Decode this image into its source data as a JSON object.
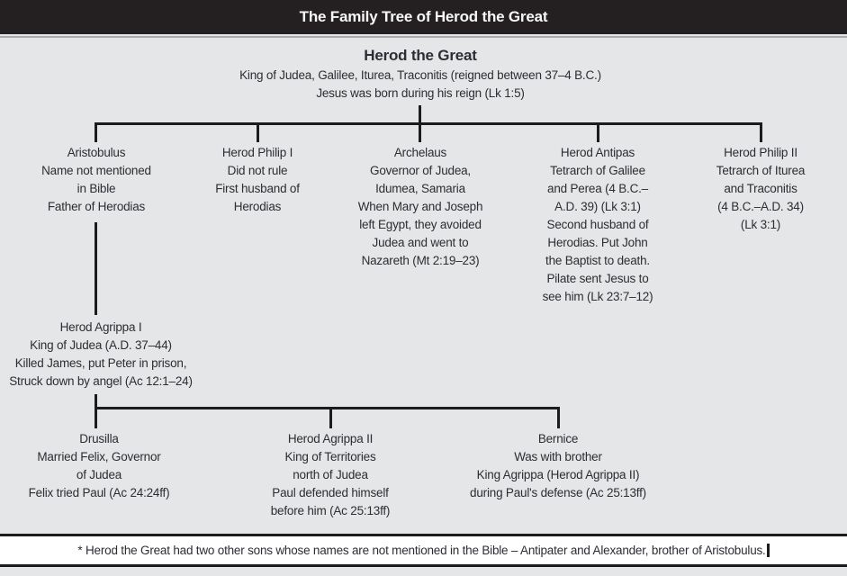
{
  "header": {
    "title": "The Family Tree of Herod the Great"
  },
  "tree": {
    "root": {
      "name": "Herod the Great",
      "lines": [
        "King of Judea, Galilee, Iturea, Traconitis (reigned between 37–4 B.C.)",
        "Jesus was born during his reign (Lk 1:5)"
      ]
    },
    "gen2": [
      {
        "name": "Aristobulus",
        "lines": [
          "Name not mentioned",
          "in Bible",
          "Father of Herodias"
        ]
      },
      {
        "name": "Herod Philip I",
        "lines": [
          "Did not rule",
          "First husband of",
          "Herodias"
        ]
      },
      {
        "name": "Archelaus",
        "lines": [
          "Governor of Judea,",
          "Idumea, Samaria",
          "When Mary and Joseph",
          "left Egypt, they avoided",
          "Judea and went to",
          "Nazareth (Mt 2:19–23)"
        ]
      },
      {
        "name": "Herod Antipas",
        "lines": [
          "Tetrarch of Galilee",
          "and Perea (4 B.C.–",
          "A.D. 39) (Lk 3:1)",
          "Second husband of",
          "Herodias. Put John",
          "the Baptist to death.",
          "Pilate sent Jesus to",
          "see him (Lk 23:7–12)"
        ]
      },
      {
        "name": "Herod Philip II",
        "lines": [
          "Tetrarch of Iturea",
          "and Traconitis",
          "(4 B.C.–A.D. 34)",
          "(Lk 3:1)"
        ]
      }
    ],
    "gen3": [
      {
        "name": "Herod Agrippa I",
        "lines": [
          "King of Judea (A.D. 37–44)",
          "Killed James, put Peter in prison,",
          "Struck down by angel (Ac 12:1–24)"
        ]
      }
    ],
    "gen4": [
      {
        "name": "Drusilla",
        "lines": [
          "Married Felix, Governor",
          "of Judea",
          "Felix tried Paul (Ac 24:24ff)"
        ]
      },
      {
        "name": "Herod Agrippa II",
        "lines": [
          "King of Territories",
          "north of Judea",
          "Paul defended himself",
          "before him (Ac 25:13ff)"
        ]
      },
      {
        "name": "Bernice",
        "lines": [
          "Was with brother",
          "King Agrippa (Herod Agrippa II)",
          "during Paul's defense (Ac 25:13ff)"
        ]
      }
    ]
  },
  "footer": {
    "note": "* Herod the Great had two other sons whose names are not mentioned in the Bible – Antipater and Alexander, brother of Aristobulus."
  },
  "colors": {
    "header_bg": "#242021",
    "header_text": "#f7f7f7",
    "body_bg": "#e5e6e7",
    "text": "#2e2c34",
    "line": "#1c1c1e",
    "footer_bg": "#ffffff"
  }
}
